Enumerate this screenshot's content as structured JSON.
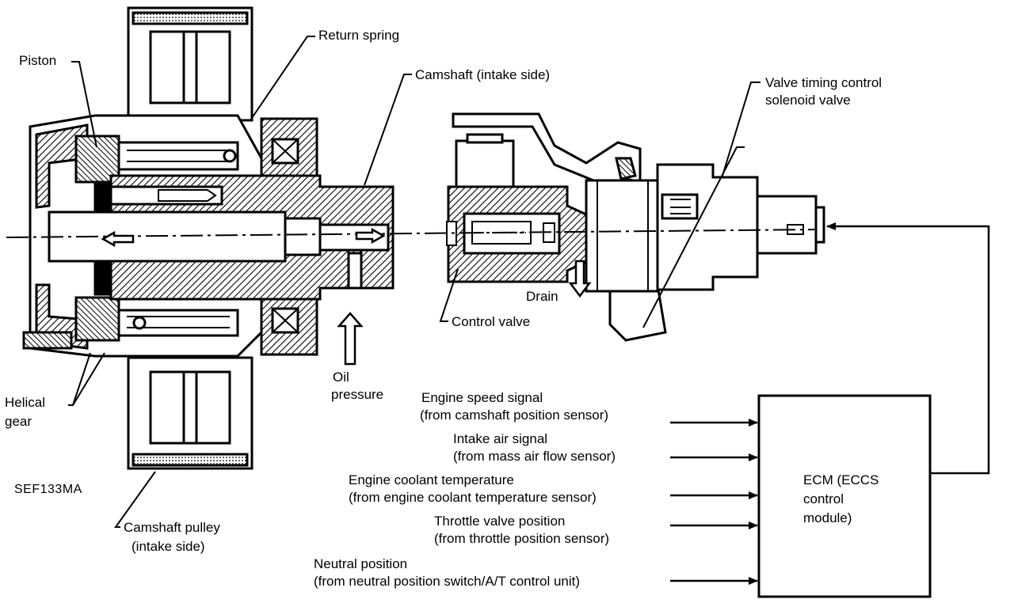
{
  "labels": {
    "piston": "Piston",
    "return_spring": "Return spring",
    "camshaft_intake": "Camshaft (intake side)",
    "solenoid_line1": "Valve timing control",
    "solenoid_line2": "solenoid valve",
    "drain": "Drain",
    "control_valve": "Control valve",
    "oil_line1": "Oil",
    "oil_line2": "pressure",
    "helical_line1": "Helical",
    "helical_line2": "gear",
    "pulley_line1": "Camshaft pulley",
    "pulley_line2": "(intake side)",
    "figure_code": "SEF133MA"
  },
  "ecm": {
    "line1": "ECM (ECCS",
    "line2": "control",
    "line3": "module)"
  },
  "signals": [
    {
      "line1": "Engine speed signal",
      "line2": "(from camshaft position sensor)"
    },
    {
      "line1": "Intake air signal",
      "line2": "(from mass air flow sensor)"
    },
    {
      "line1": "Engine coolant temperature",
      "line2": "(from engine coolant temperature sensor)"
    },
    {
      "line1": "Throttle valve position",
      "line2": "(from throttle position sensor)"
    },
    {
      "line1": "Neutral position",
      "line2": "(from neutral position switch/A/T control unit)"
    }
  ]
}
